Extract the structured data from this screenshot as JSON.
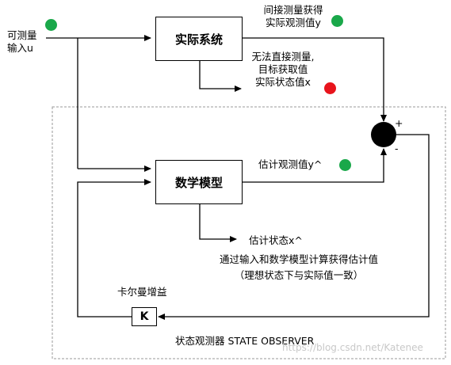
{
  "blocks": {
    "actual_system": "实际系统",
    "math_model": "数学模型",
    "gain": "K"
  },
  "labels": {
    "input_line1": "可测量",
    "input_line2": "输入u",
    "measured_line1": "间接测量获得",
    "measured_line2": "实际观测值y",
    "unmeasurable_line1": "无法直接测量,",
    "unmeasurable_line2": "目标获取值",
    "unmeasurable_line3": "实际状态值x",
    "estimated_output": "估计观测值y^",
    "estimated_state": "估计状态x^",
    "estimated_note_line1": "通过输入和数学模型计算获得估计值",
    "estimated_note_line2": "（理想状态下与实际值一致）",
    "kalman_gain": "卡尔曼增益",
    "observer": "状态观测器 STATE OBSERVER",
    "sum_plus": "+",
    "sum_minus": "-"
  },
  "indicators": {
    "available": "#1aa84a",
    "unavailable": "#e8141c"
  },
  "watermark": "https://blog.csdn.net/Katenee"
}
